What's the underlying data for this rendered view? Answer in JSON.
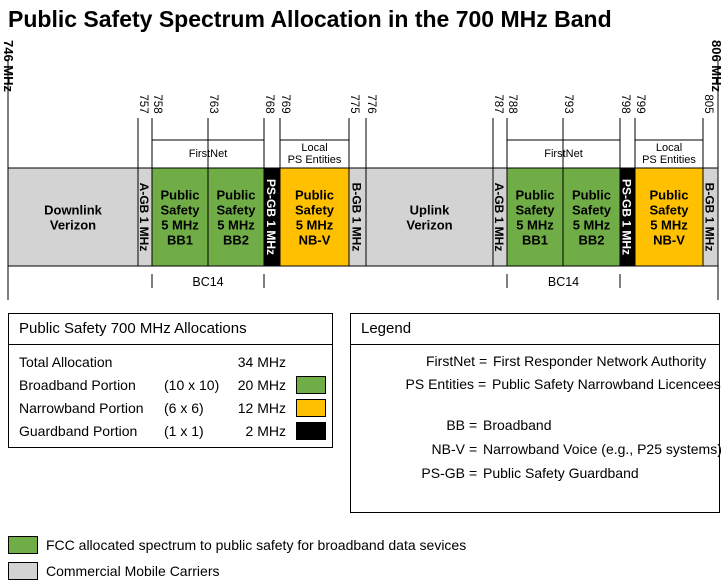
{
  "title": "Public Safety Spectrum Allocation in the 700 MHz Band",
  "edge_labels": {
    "left": "746 MHz",
    "right": "806 MHz"
  },
  "colors": {
    "commercial": "#d3d3d3",
    "broadband": "#70ad47",
    "narrowband": "#ffc000",
    "guard_dark": "#000000",
    "guard_light": "#d3d3d3"
  },
  "band_plan": [
    {
      "from": 746,
      "to": 757,
      "type": "commercial",
      "lines": [
        "Downlink",
        "Verizon"
      ]
    },
    {
      "from": 757,
      "to": 758,
      "type": "guard_light",
      "vertical": "A-GB 1 MHz"
    },
    {
      "from": 758,
      "to": 763,
      "type": "broadband",
      "lines": [
        "Public",
        "Safety",
        "5 MHz",
        "BB1"
      ]
    },
    {
      "from": 763,
      "to": 768,
      "type": "broadband",
      "lines": [
        "Public",
        "Safety",
        "5 MHz",
        "BB2"
      ]
    },
    {
      "from": 768,
      "to": 769,
      "type": "guard_dark",
      "vertical": "PS-GB 1 MHz"
    },
    {
      "from": 769,
      "to": 775,
      "type": "narrowband",
      "lines": [
        "Public",
        "Safety",
        "5 MHz",
        "NB-V"
      ]
    },
    {
      "from": 775,
      "to": 776,
      "type": "guard_light",
      "vertical": "B-GB 1 MHz"
    },
    {
      "from": 776,
      "to": 787,
      "type": "commercial",
      "lines": [
        "Uplink",
        "Verizon"
      ]
    },
    {
      "from": 787,
      "to": 788,
      "type": "guard_light",
      "vertical": "A-GB 1 MHz"
    },
    {
      "from": 788,
      "to": 793,
      "type": "broadband",
      "lines": [
        "Public",
        "Safety",
        "5 MHz",
        "BB1"
      ]
    },
    {
      "from": 793,
      "to": 798,
      "type": "broadband",
      "lines": [
        "Public",
        "Safety",
        "5 MHz",
        "BB2"
      ]
    },
    {
      "from": 798,
      "to": 799,
      "type": "guard_dark",
      "vertical": "PS-GB 1 MHz"
    },
    {
      "from": 799,
      "to": 805,
      "type": "narrowband",
      "lines": [
        "Public",
        "Safety",
        "5 MHz",
        "NB-V"
      ]
    },
    {
      "from": 805,
      "to": 806,
      "type": "guard_light",
      "vertical": "B-GB 1 MHz"
    }
  ],
  "frequency_ticks": [
    757,
    758,
    763,
    768,
    769,
    775,
    776,
    787,
    788,
    793,
    798,
    799,
    805
  ],
  "groups": [
    {
      "from": 758,
      "to": 768,
      "label": "FirstNet"
    },
    {
      "from": 769,
      "to": 775,
      "lines": [
        "Local",
        "PS Entities"
      ]
    },
    {
      "from": 788,
      "to": 798,
      "label": "FirstNet"
    },
    {
      "from": 799,
      "to": 805,
      "lines": [
        "Local",
        "PS Entities"
      ]
    }
  ],
  "band_classes": [
    {
      "from": 758,
      "to": 768,
      "label": "BC14"
    },
    {
      "from": 788,
      "to": 798,
      "label": "BC14"
    }
  ],
  "allocations": {
    "title": "Public Safety 700 MHz Allocations",
    "rows": [
      {
        "label": "Total Allocation",
        "detail": "",
        "value": "34 MHz",
        "swatch": null
      },
      {
        "label": "Broadband Portion",
        "detail": "(10 x 10)",
        "value": "20 MHz",
        "swatch": "#70ad47"
      },
      {
        "label": "Narrowband Portion",
        "detail": "(6 x 6)",
        "value": "12 MHz",
        "swatch": "#ffc000"
      },
      {
        "label": "Guardband Portion",
        "detail": "(1 x 1)",
        "value": "2 MHz",
        "swatch": "#000000"
      }
    ]
  },
  "legend": {
    "title": "Legend",
    "entries": [
      {
        "abbr": "FirstNet",
        "meaning": "First Responder Network Authority"
      },
      {
        "abbr": "PS Entities",
        "meaning": "Public Safety Narrowband Licencees"
      },
      {
        "abbr": "BB",
        "meaning": "Broadband"
      },
      {
        "abbr": "NB-V",
        "meaning": "Narrowband Voice (e.g., P25 systems)"
      },
      {
        "abbr": "PS-GB",
        "meaning": "Public Safety Guardband"
      }
    ]
  },
  "bottom_legend": [
    {
      "color": "#70ad47",
      "text": "FCC allocated spectrum to public safety for broadband data sevices"
    },
    {
      "color": "#d3d3d3",
      "text": "Commercial Mobile Carriers"
    }
  ]
}
